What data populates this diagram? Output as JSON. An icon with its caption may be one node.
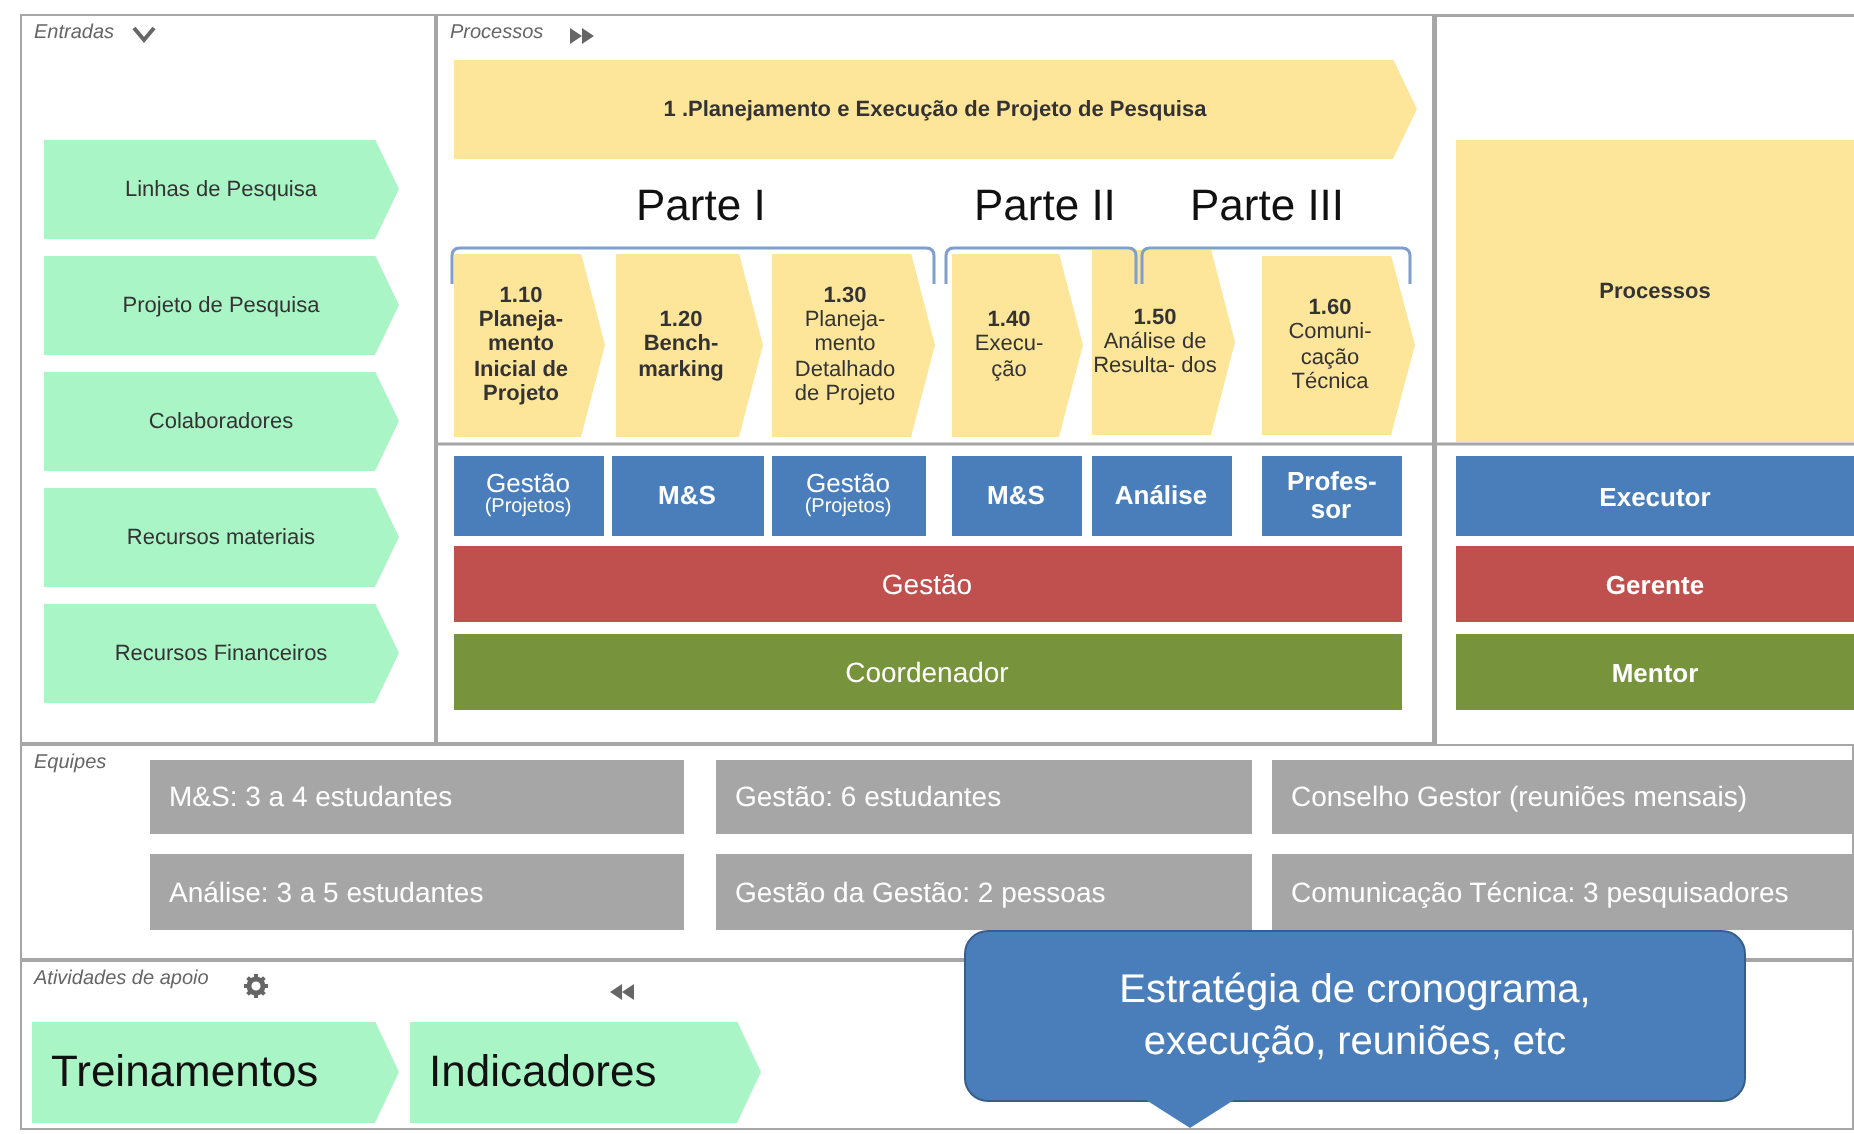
{
  "diagram": {
    "nodes": [
      {
        "text": [
          "Entradas"
        ]
      },
      {
        "text": [
          "Linhas de Pesquisa"
        ],
        "in": 0
      },
      {
        "text": [
          "Projeto de Pesquisa"
        ],
        "in": 0
      },
      {
        "text": [
          "Colaboradores"
        ],
        "in": 0
      },
      {
        "text": [
          "Recursos materiais"
        ],
        "in": 0
      },
      {
        "text": [
          "Recursos Financeiros"
        ],
        "in": 0
      },
      {
        "text": [
          "Processos"
        ]
      },
      {
        "text": [
          "1 .Planejamento e Execução de Projeto de Pesquisa"
        ],
        "in": 6
      },
      {
        "text": [
          "1.10",
          "Planeja- mento Inicial de Projeto"
        ],
        "in": 6
      },
      {
        "text": [
          "1.20",
          "Bench- marking"
        ],
        "in": 6
      },
      {
        "text": [
          "1.30",
          "Planeja- mento Detalhado de Projeto"
        ],
        "in": 6
      },
      {
        "text": [
          "1.40",
          "Execu- ção"
        ],
        "in": 6
      },
      {
        "text": [
          "1.50",
          "Análise de Resulta- dos"
        ],
        "in": 6
      },
      {
        "text": [
          "1.60",
          "Comuni- cação Técnica"
        ],
        "in": 6
      },
      {
        "text": [
          "Gestão",
          "(Projetos)"
        ],
        "in": 6
      },
      {
        "text": [
          "M&S"
        ],
        "in": 6
      },
      {
        "text": [
          "Gestão",
          "(Projetos)"
        ],
        "in": 6
      },
      {
        "text": [
          "M&S"
        ],
        "in": 6
      },
      {
        "text": [
          "Análise"
        ],
        "in": 6
      },
      {
        "text": [
          "Profes- sor"
        ],
        "in": 6
      },
      {
        "text": [
          "Gestão"
        ],
        "in": 6
      },
      {
        "text": [
          "Coordenador"
        ],
        "in": 6
      },
      {
        "text": [
          "Processos"
        ]
      },
      {
        "text": [
          "Executor"
        ]
      },
      {
        "text": [
          "Gerente"
        ]
      },
      {
        "text": [
          "Mentor"
        ]
      },
      {
        "text": [
          "Equipes"
        ]
      },
      {
        "text": [
          "M&S: 3 a 4 estudantes"
        ],
        "in": 26
      },
      {
        "text": [
          "Gestão: 6 estudantes"
        ],
        "in": 26
      },
      {
        "text": [
          "Conselho Gestor (reuniões mensais)"
        ],
        "in": 26
      },
      {
        "text": [
          "Análise: 3 a 5 estudantes"
        ],
        "in": 26
      },
      {
        "text": [
          "Gestão da Gestão: 2 pessoas"
        ],
        "in": 26
      },
      {
        "text": [
          "Comunicação Técnica: 3 pesquisadores"
        ],
        "in": 26
      },
      {
        "text": [
          "Atividades de apoio"
        ]
      },
      {
        "text": [
          "Treinamentos"
        ],
        "in": 33
      },
      {
        "text": [
          "Indicadores"
        ],
        "in": 33
      },
      {
        "text": [
          "Estratégia de cronograma, execução, reuniões, etc"
        ]
      }
    ],
    "edges": [],
    "labels": [
      "Parte I",
      "Parte II",
      "Parte III"
    ]
  }
}
